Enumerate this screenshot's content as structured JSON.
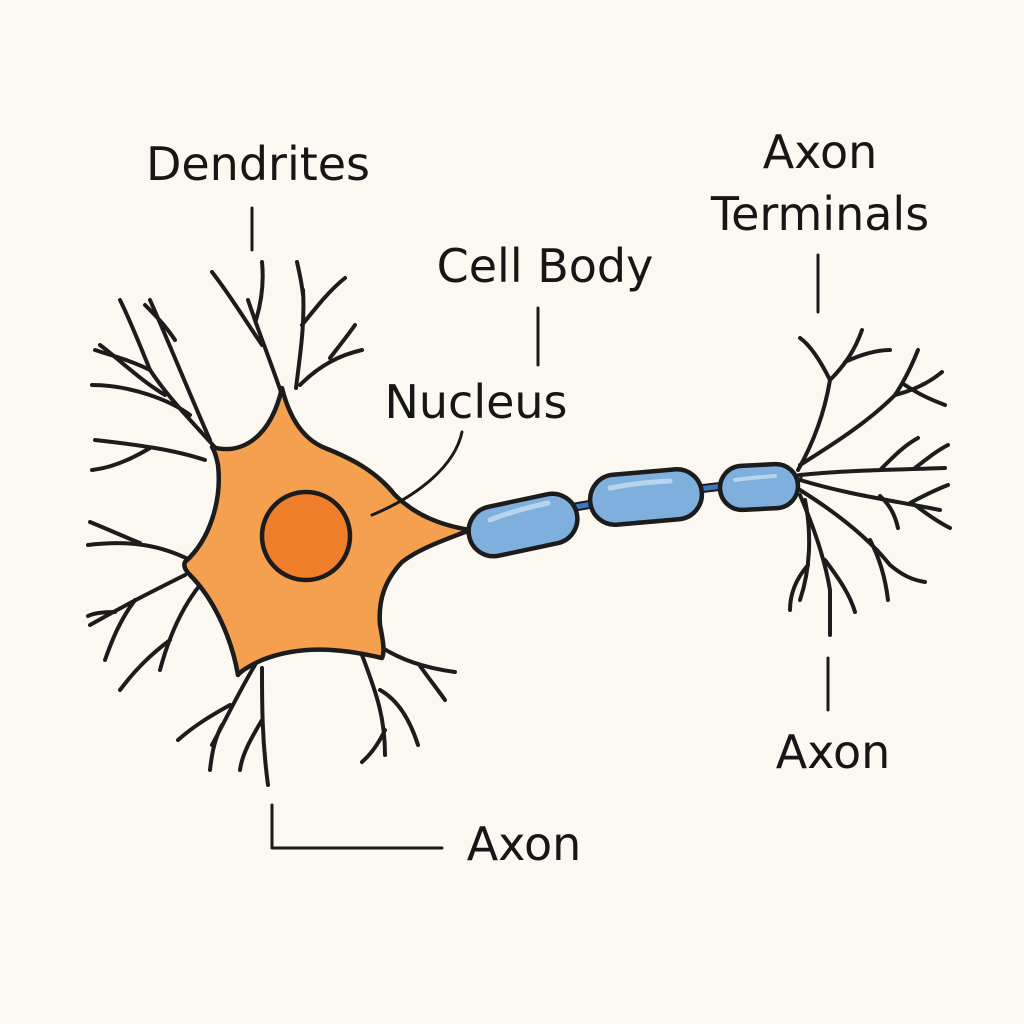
{
  "labels": {
    "dendrites": "Dendrites",
    "axon_terminals_line1": "Axon",
    "axon_terminals_line2": "Terminals",
    "cell_body": "Cell Body",
    "nucleus": "Nucleus",
    "axon_right": "Axon",
    "axon_bottom": "Axon"
  },
  "colors": {
    "background": "#fbf8f1",
    "soma": "#f5a04e",
    "nucleus": "#f07f2b",
    "myelin": "#7fb0dd",
    "axon_core": "#3a78c4",
    "outline": "#1c1c1c"
  }
}
